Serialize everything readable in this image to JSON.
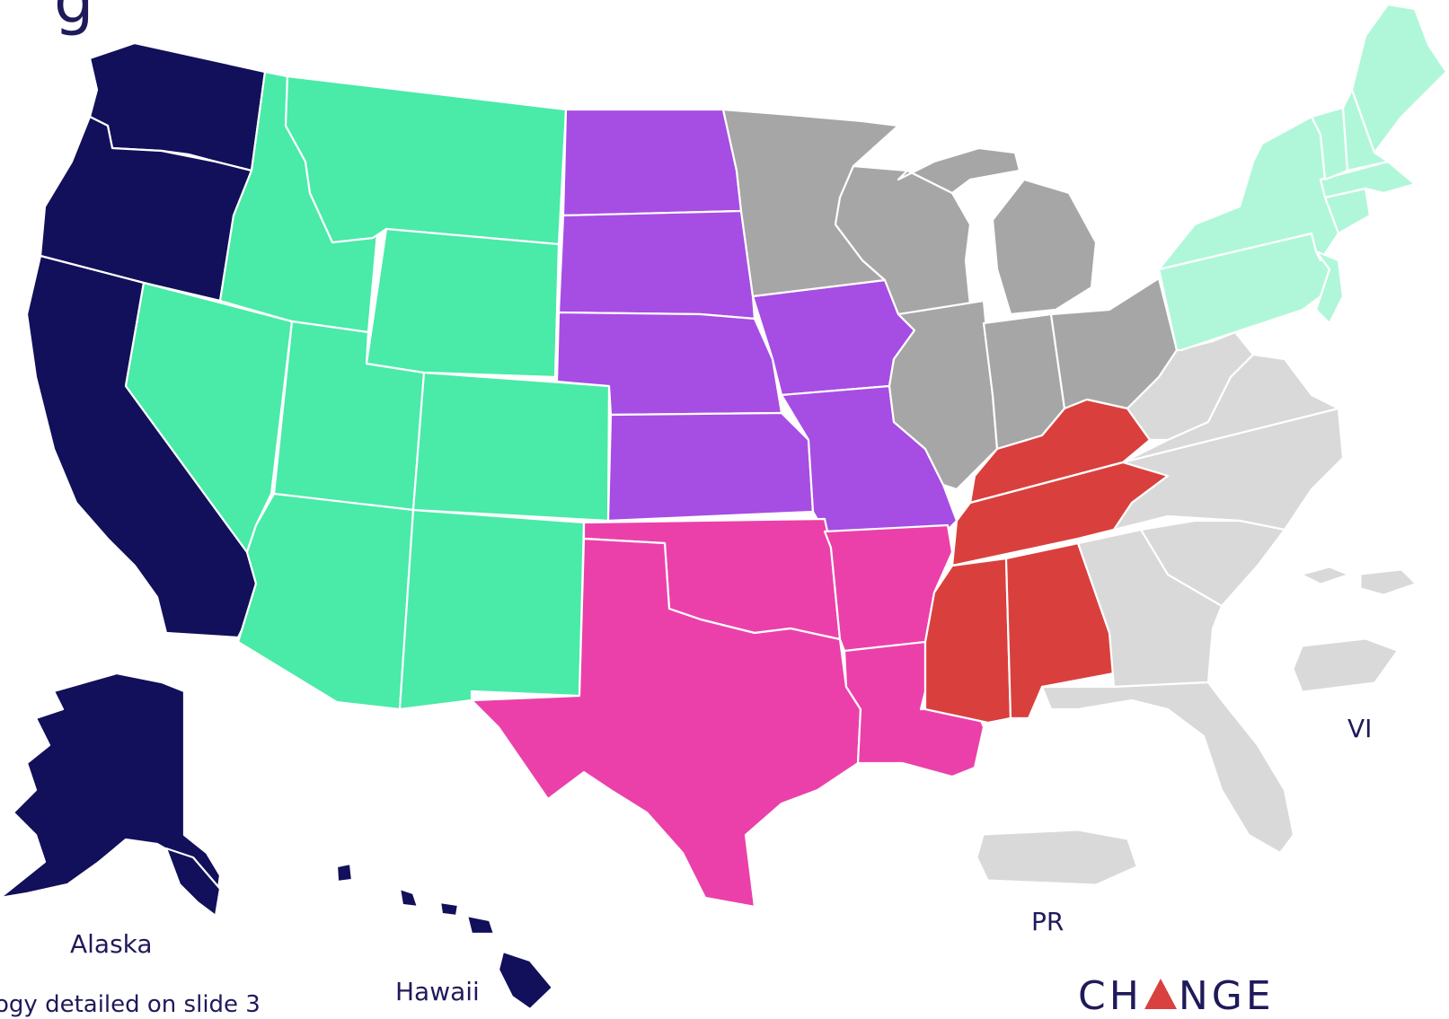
{
  "colors": {
    "west": "#12105a",
    "mountain": "#4aeaa8",
    "plains": "#a64de3",
    "midwest": "#a6a6a6",
    "south_central": "#eb40aa",
    "southeast": "#d9403d",
    "east": "#d9d9d9",
    "northeast": "#b0f7da",
    "territories": "#d9d9d9"
  },
  "labels": {
    "alaska": "Alaska",
    "hawaii": "Hawaii",
    "pr": "PR",
    "vi": "VI",
    "footnote": "ogy detailed on slide 3",
    "logo_left": "CH",
    "logo_right": "NGE"
  }
}
